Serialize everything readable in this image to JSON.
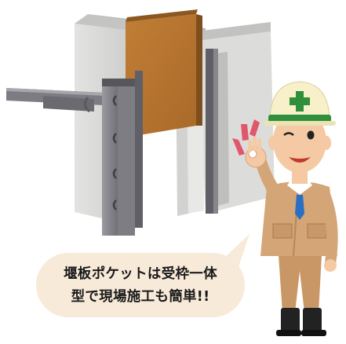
{
  "callout": {
    "line1": "堰板ポケットは受枠一体",
    "line2": "型で現場施工も簡単!!"
  },
  "illustration": {
    "subject": "concrete-form-with-wooden-panel-and-metal-pocket-bracket",
    "character": "construction-worker-ok-gesture",
    "helmet_color": "#f7f0c8",
    "helmet_band_color": "#2f8f3a",
    "helmet_cross_color": "#2f8f3a",
    "uniform_color": "#d4a577",
    "wood_color": "#b8762c",
    "concrete_color": "#d6d6d4",
    "metal_color": "#8a8a8f",
    "tie_color": "#2a6fc4",
    "bubble_color": "#f8ead9"
  }
}
